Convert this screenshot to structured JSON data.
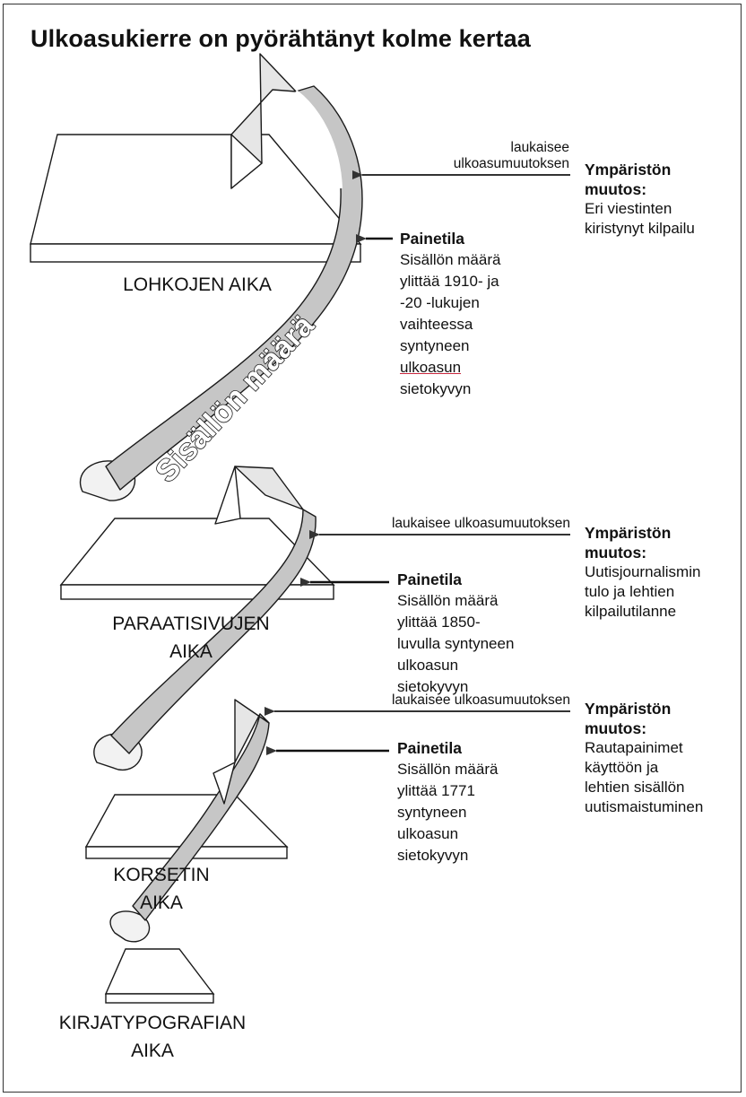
{
  "title": "Ulkoasukierre on pyörähtänyt kolme kertaa",
  "spiral_label": "Sisällön määrä",
  "eras": {
    "lohkojen": [
      "LOHKOJEN AIKA"
    ],
    "paraatisivujen": [
      "PARAATISIVUJEN",
      "AIKA"
    ],
    "korsetin": [
      "KORSETIN",
      "AIKA"
    ],
    "kirjatypografian": [
      "KIRJATYPOGRAFIAN",
      "AIKA"
    ]
  },
  "triggers": {
    "t1": [
      "laukaisee",
      "ulkoasumuutoksen"
    ],
    "t2": [
      "laukaisee ulkoasumuutoksen"
    ],
    "t3": [
      "laukaisee ulkoasumuutoksen"
    ]
  },
  "environment": {
    "e1": {
      "heading": [
        "Ympäristön",
        "muutos:"
      ],
      "lines": [
        "Eri viestinten",
        "kiristynyt kilpailu"
      ]
    },
    "e2": {
      "heading": [
        "Ympäristön",
        "muutos:"
      ],
      "lines": [
        "Uutisjournalismin",
        "tulo ja lehtien",
        "kilpailutilanne"
      ]
    },
    "e3": {
      "heading": [
        "Ympäristön",
        "muutos:"
      ],
      "lines": [
        "Rautapainimet",
        "käyttöön ja",
        "lehtien sisällön",
        "uutismaistuminen"
      ]
    }
  },
  "painetila": {
    "p1": {
      "heading": "Painetila",
      "lines": [
        "Sisällön määrä",
        "ylittää 1910- ja",
        "-20 -lukujen",
        "vaihteessa",
        "syntyneen",
        "ulkoasun",
        "sietokyvyn"
      ]
    },
    "p2": {
      "heading": "Painetila",
      "lines": [
        "Sisällön määrä",
        "ylittää 1850-",
        "luvulla syntyneen",
        "ulkoasun",
        "sietokyvyn"
      ]
    },
    "p3": {
      "heading": "Painetila",
      "lines": [
        "Sisällön määrä",
        "ylittää 1771",
        "syntyneen",
        "ulkoasun",
        "sietokyvyn"
      ]
    }
  },
  "colors": {
    "ribbon": "#c6c6c6",
    "ribbon_inner": "#f2f2f2",
    "stroke": "#1a1a1a",
    "arrow": "#555555"
  }
}
